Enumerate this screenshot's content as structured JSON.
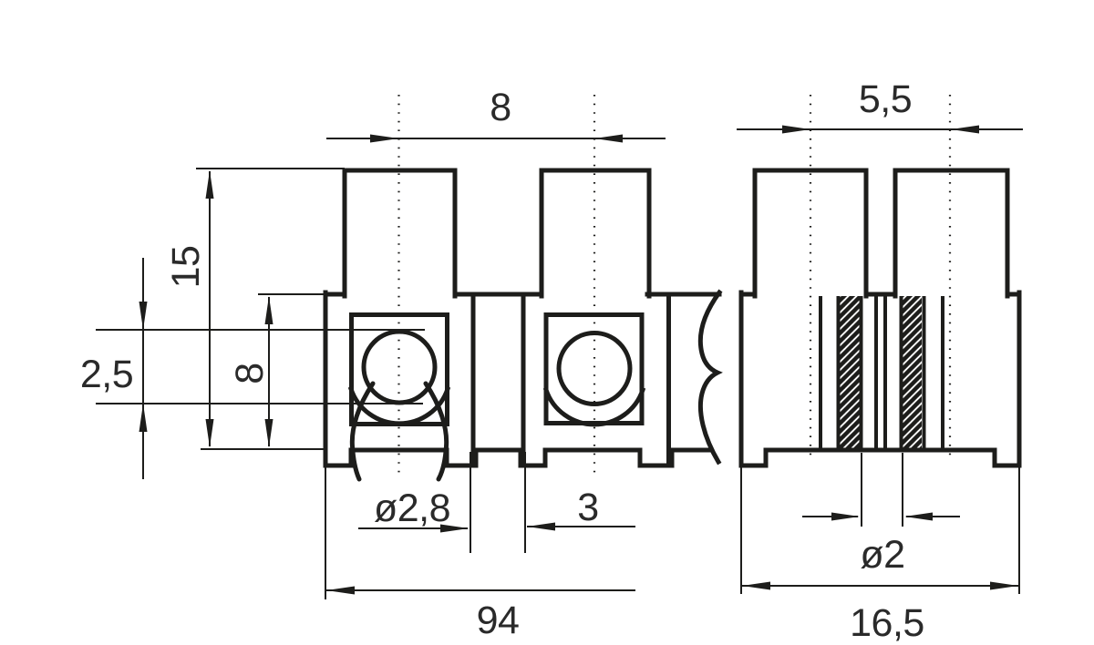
{
  "drawing": {
    "type": "technical-dimension-drawing",
    "subject": "terminal-block-two-views",
    "colors": {
      "line": "#1d1d1b",
      "background": "#ffffff",
      "text": "#2a2a2a"
    },
    "views": {
      "front": {
        "name": "front-view-broken-out"
      },
      "side": {
        "name": "side-section-view"
      }
    },
    "dimensions": {
      "front_pitch": "8",
      "side_pitch": "5,5",
      "overall_height": "15",
      "body_height": "8",
      "clamp_opening": "2,5",
      "wire_diameter": "ø2,8",
      "section_gap": "3",
      "overall_length": "94",
      "hole_diameter": "ø2",
      "overall_depth": "16,5"
    }
  }
}
